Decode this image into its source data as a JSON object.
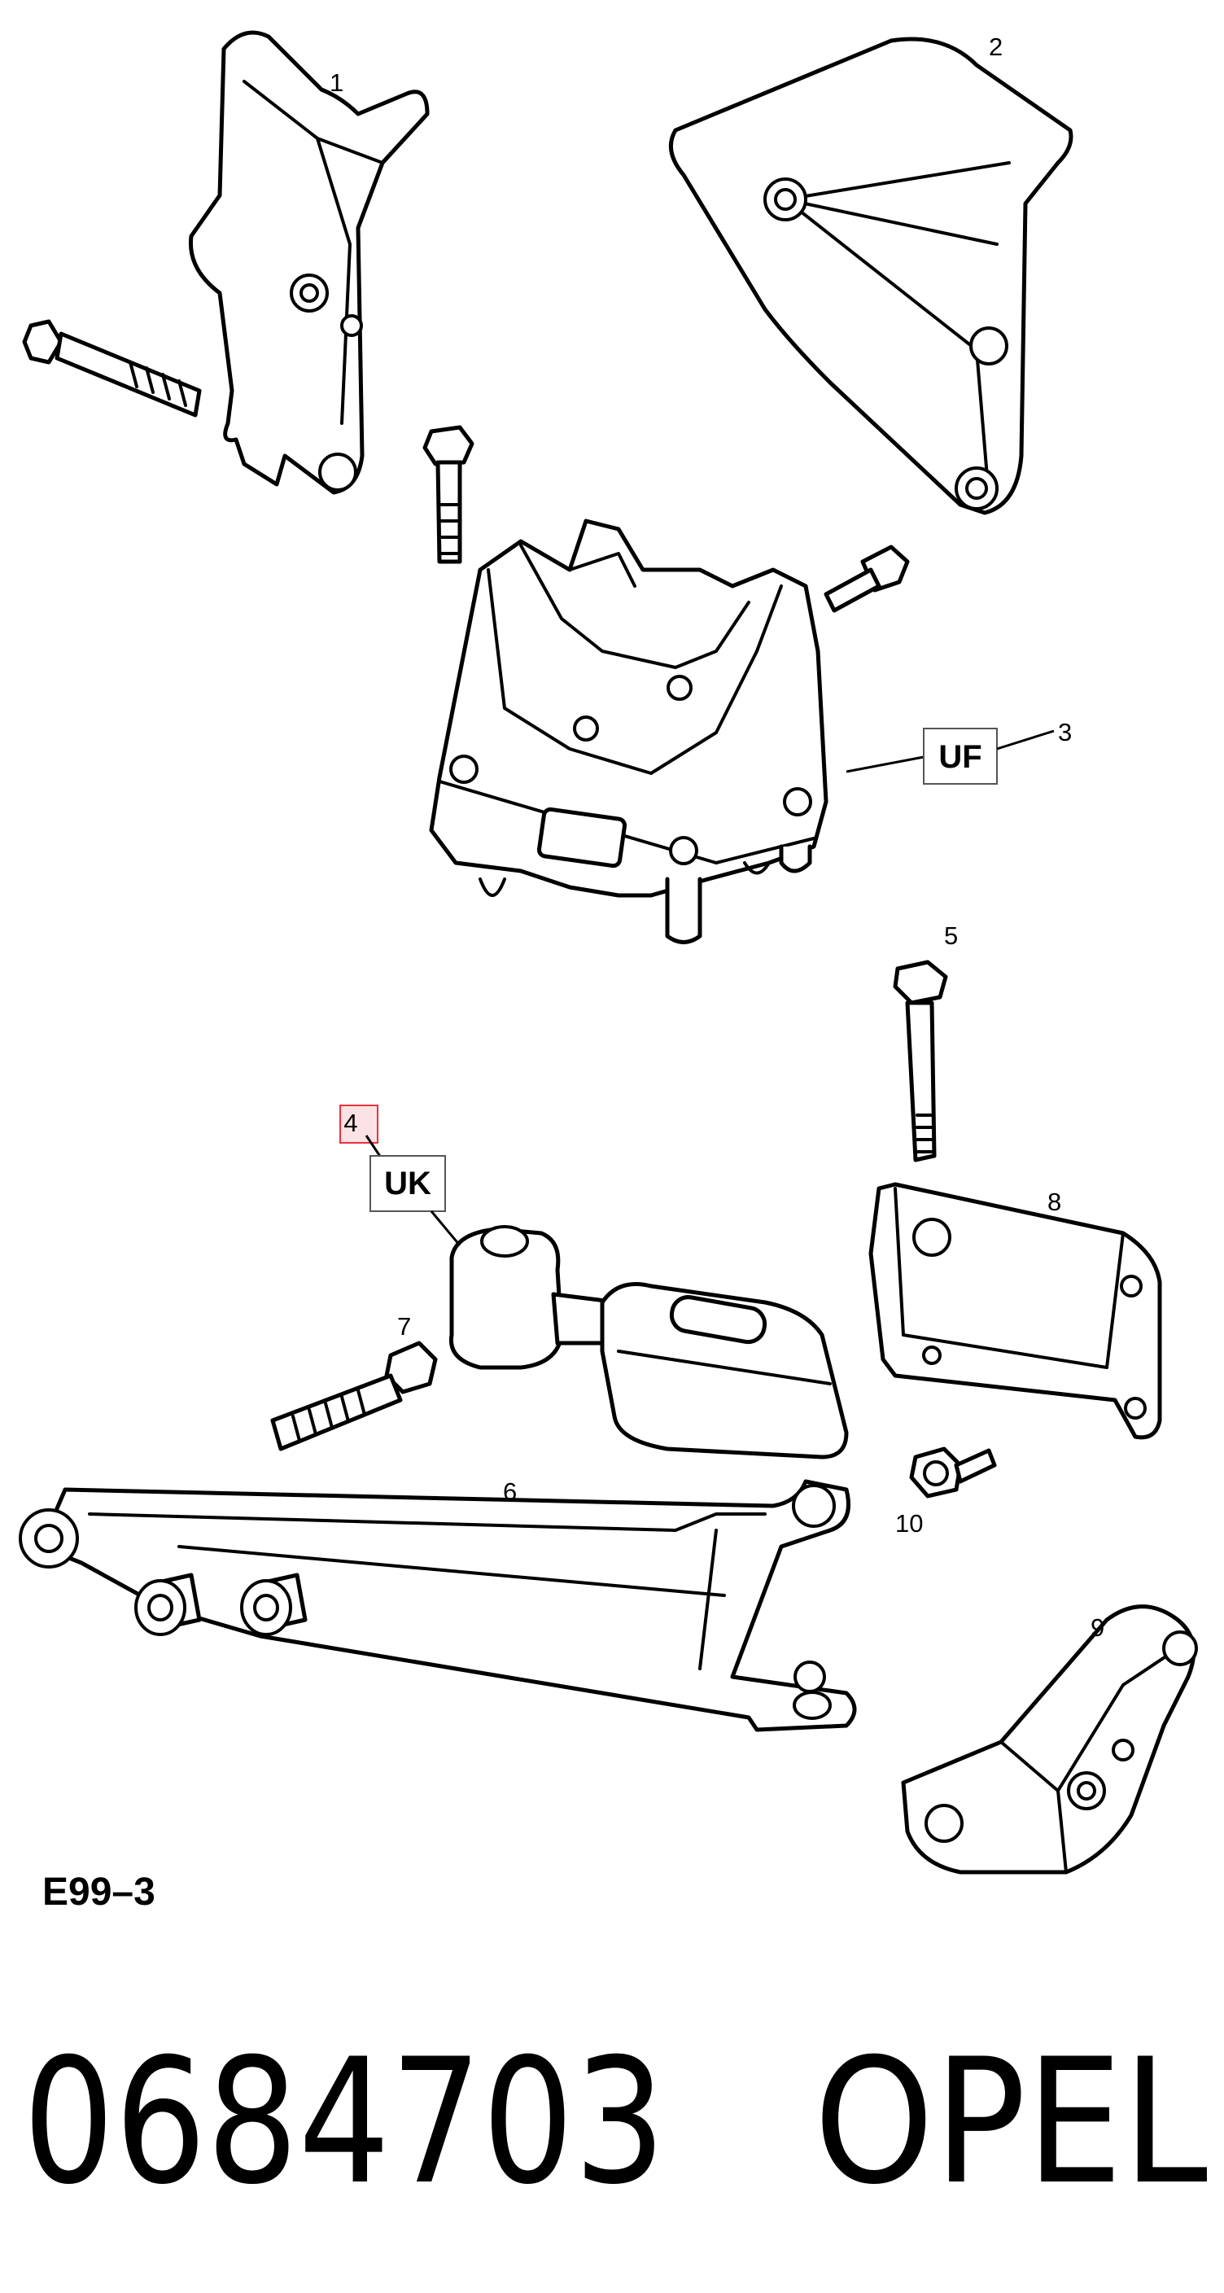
{
  "diagram": {
    "callouts": {
      "c1": "1",
      "c2": "2",
      "c3": "3",
      "c4": "4",
      "c5": "5",
      "c6": "6",
      "c7": "7",
      "c8": "8",
      "c9": "9",
      "c10": "10"
    },
    "codes": {
      "uf": "UF",
      "uk": "UK"
    },
    "figure_ref": "E99–3",
    "part_number": "0684703",
    "brand": "OPEL",
    "highlight_color": "#e8323c"
  }
}
